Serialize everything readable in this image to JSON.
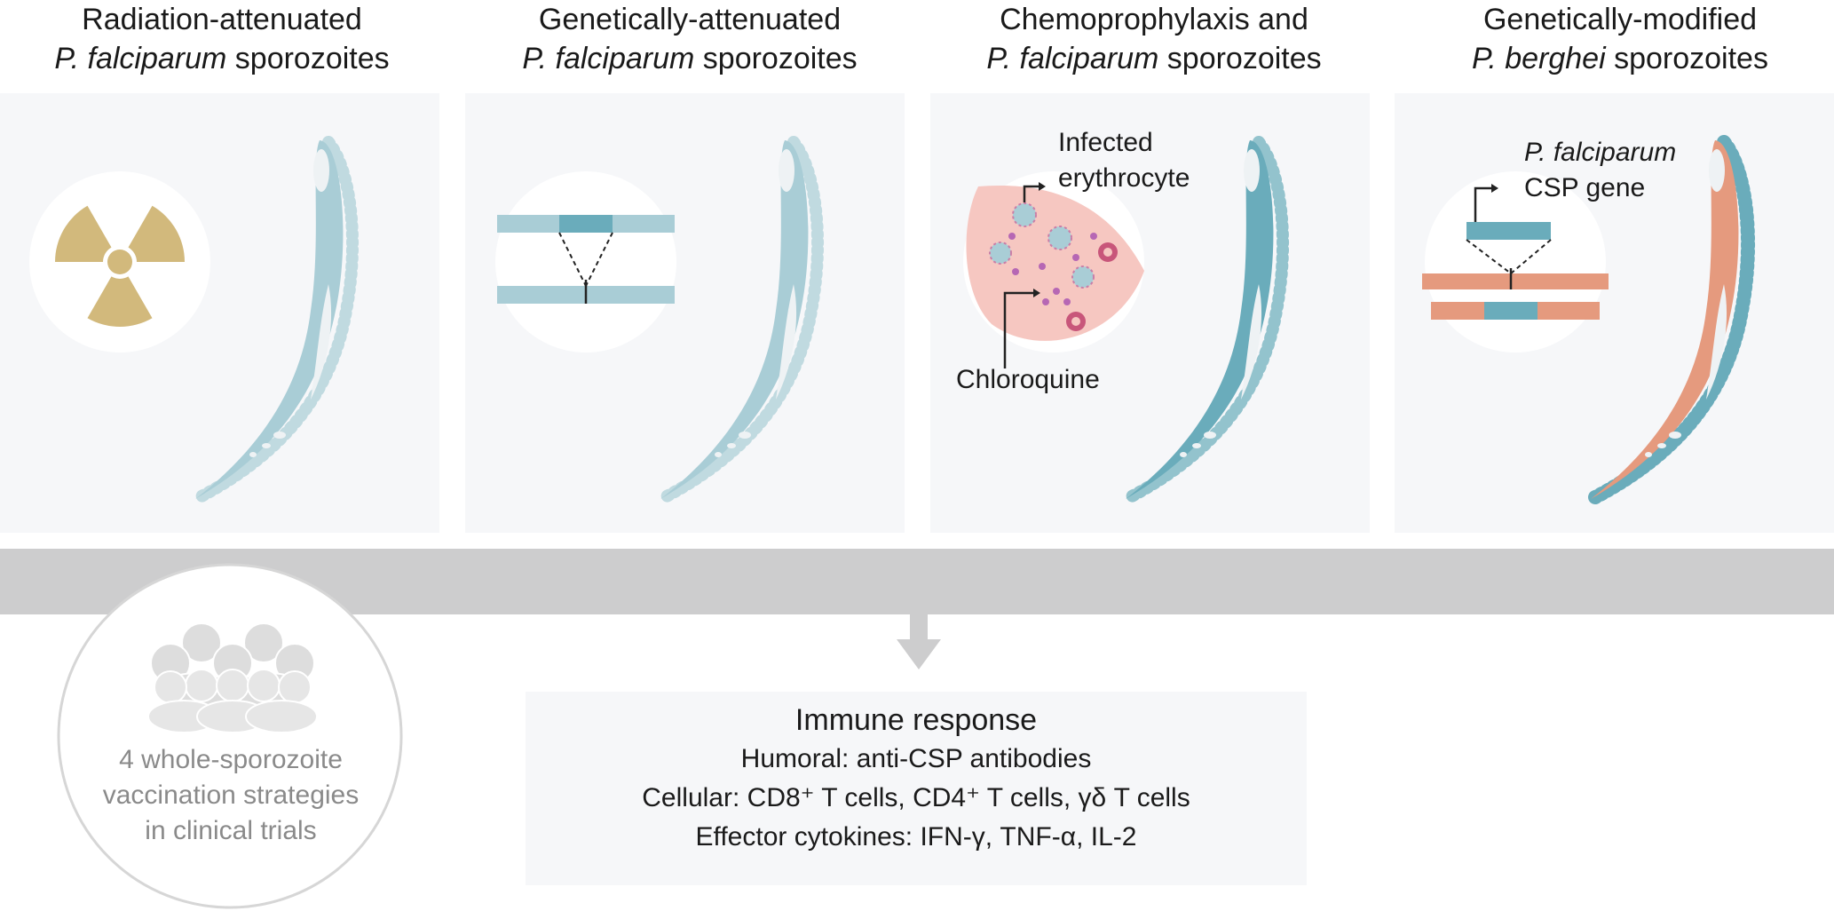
{
  "strategies": [
    {
      "title_line1": "Radiation-attenuated",
      "species": "P. falciparum",
      "suffix": " sporozoites"
    },
    {
      "title_line1": "Genetically-attenuated",
      "species": "P. falciparum",
      "suffix": " sporozoites"
    },
    {
      "title_line1": "Chemoprophylaxis and",
      "species": "P. falciparum",
      "suffix": " sporozoites"
    },
    {
      "title_line1": "Genetically-modified",
      "species": "P. berghei",
      "suffix": " sporozoites"
    }
  ],
  "labels": {
    "infected_line1": "Infected",
    "infected_line2": "erythrocyte",
    "chloroquine": "Chloroquine",
    "csp_line1": "P. falciparum",
    "csp_line2": "CSP gene"
  },
  "summary": {
    "line1": "4 whole-sporozoite",
    "line2": "vaccination strategies",
    "line3": "in clinical trials"
  },
  "immune": {
    "title": "Immune response",
    "rows": [
      {
        "key": "Humoral",
        "value": ": anti-CSP antibodies"
      },
      {
        "key": "Cellular",
        "value": ": CD8⁺ T cells, CD4⁺ T cells, γδ T cells"
      },
      {
        "key": "Effector cytokines",
        "value": ": IFN-γ, TNF-α, IL-2"
      }
    ]
  },
  "colors": {
    "sporozoite_light": "#a9cdd6",
    "sporozoite_dark": "#6aacbb",
    "sporozoite_modified": "#e59a7e",
    "radiation": "#d2b97c",
    "erythrocyte_bg": "#f6c7c1",
    "chloroquine_dot": "#b667b4",
    "band": "#cdcdce"
  }
}
